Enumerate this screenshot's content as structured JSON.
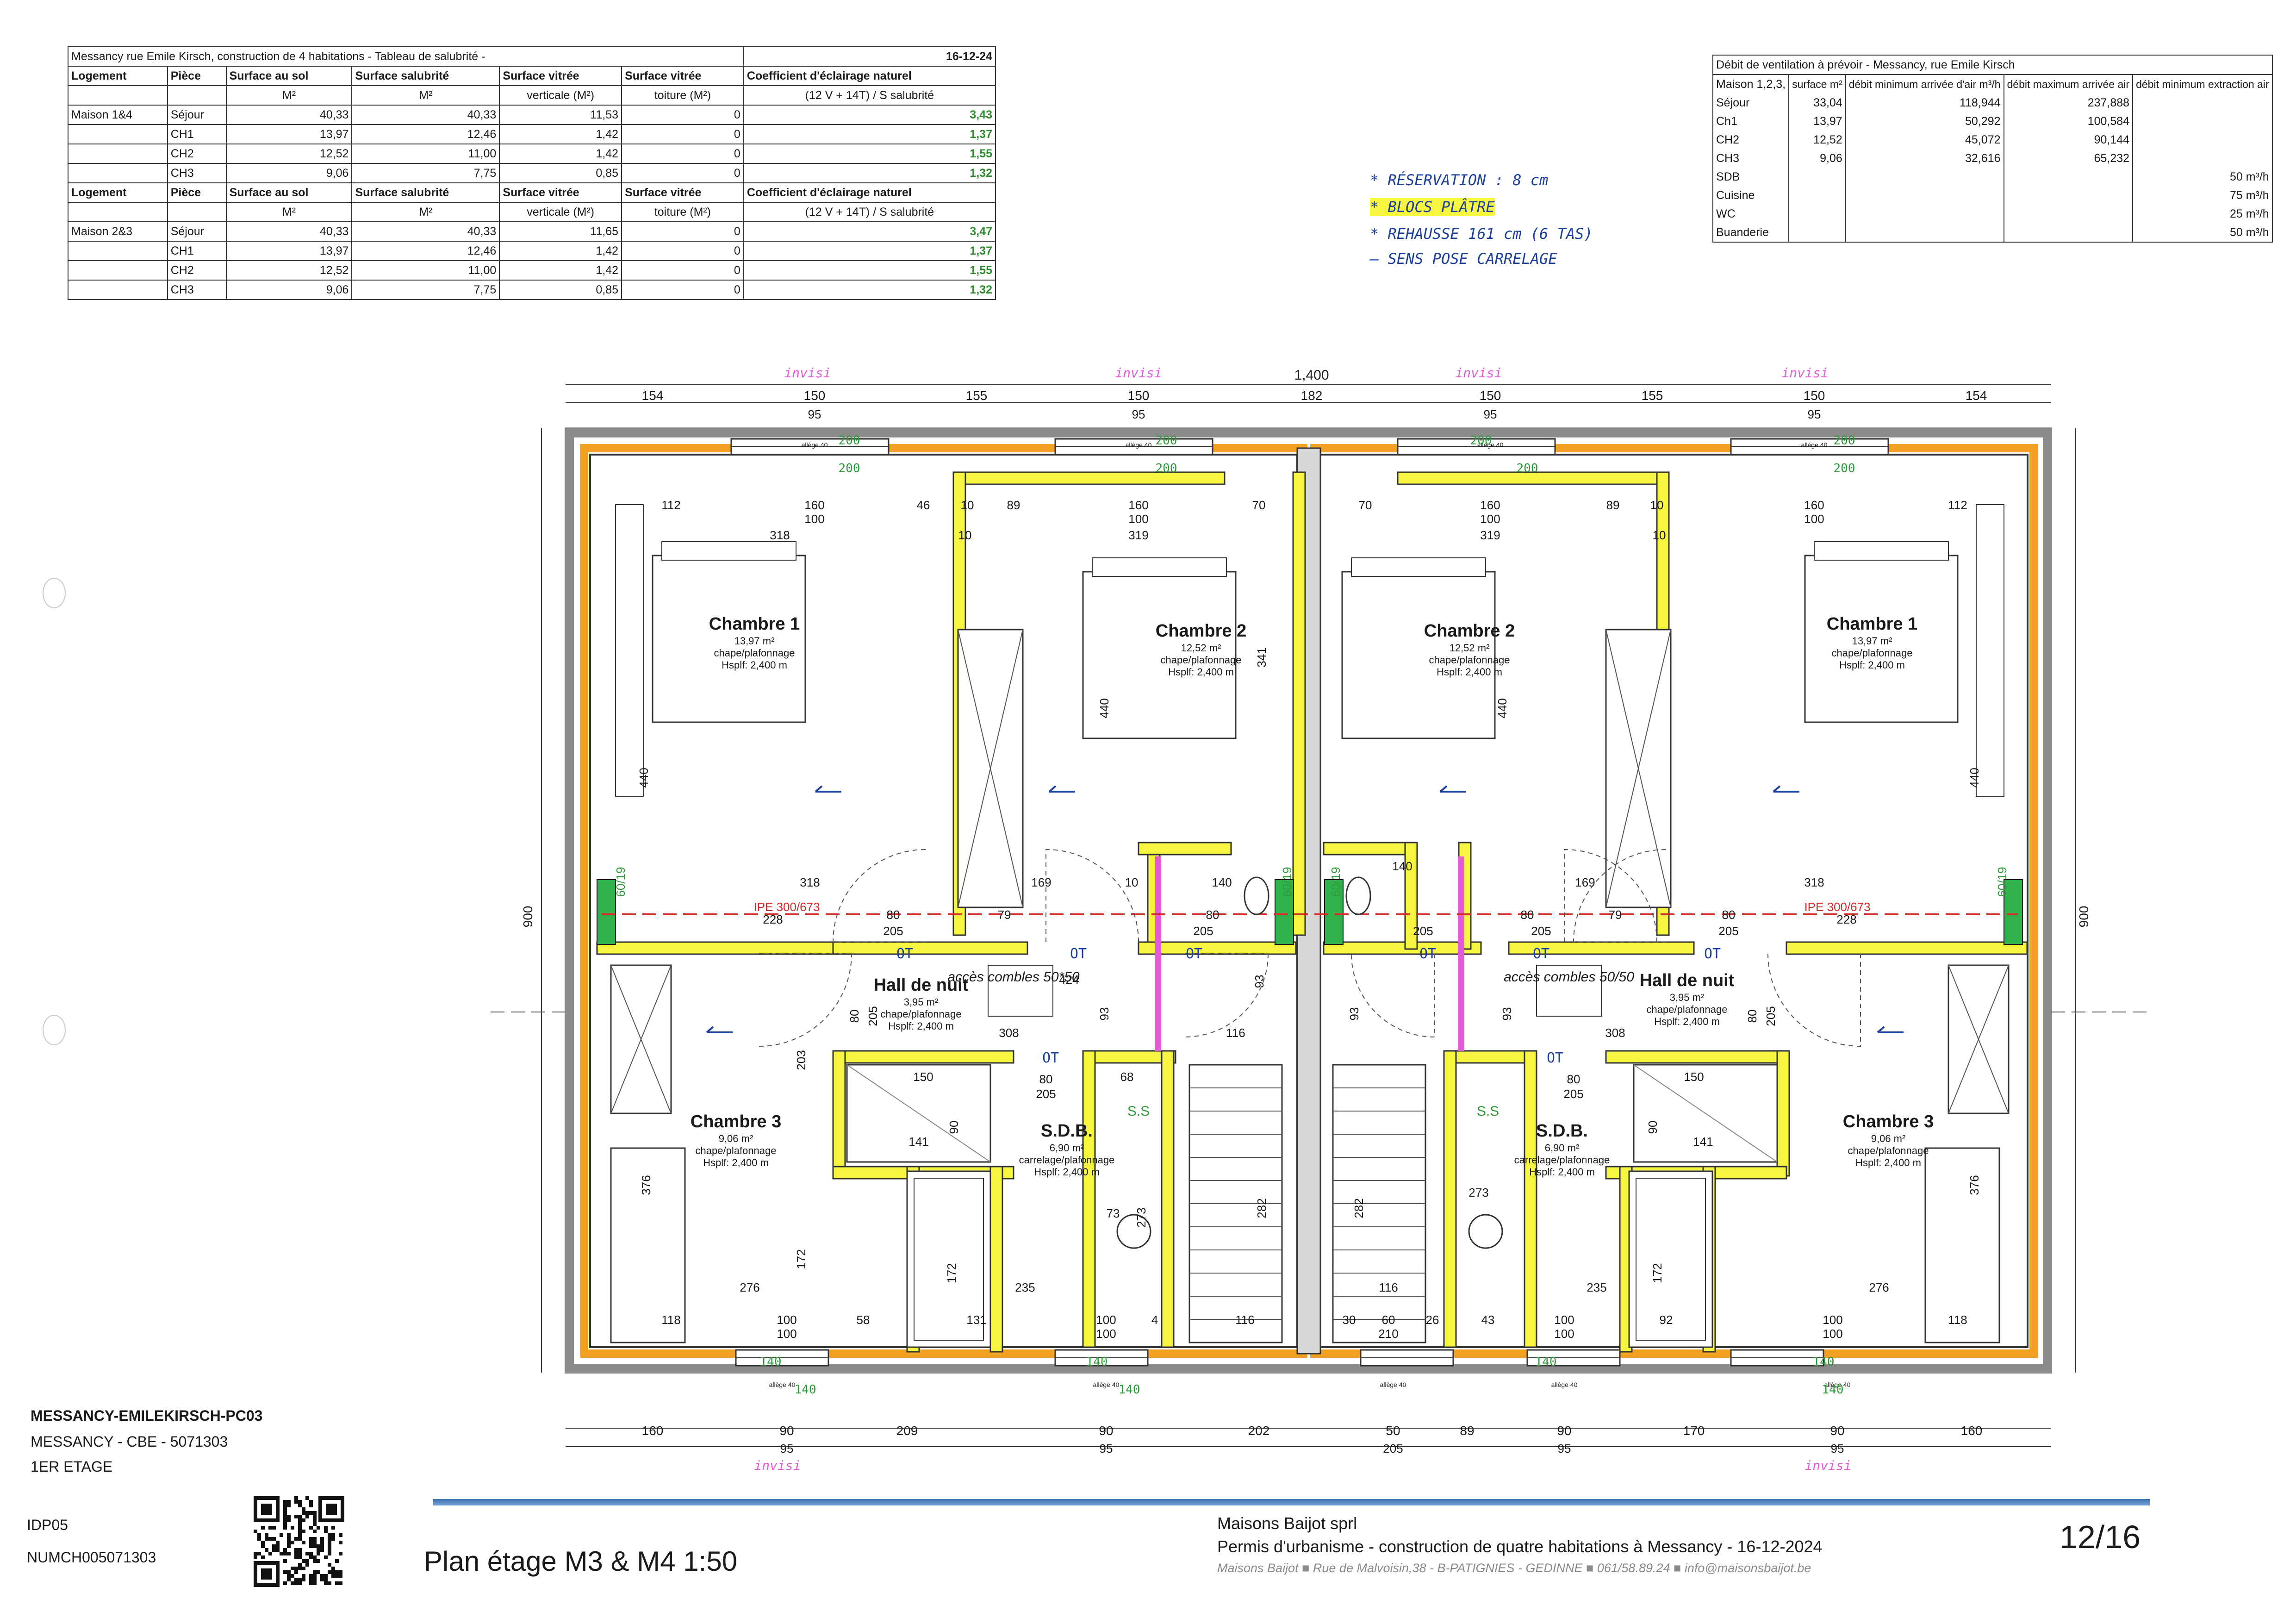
{
  "salubrite_table": {
    "title": "Messancy rue Emile Kirsch, construction de 4 habitations - Tableau de salubrité -",
    "date": "16-12-24",
    "headers": [
      "Logement",
      "Pièce",
      "Surface au sol",
      "Surface salubrité",
      "Surface vitrée",
      "Surface vitrée",
      "Coefficient d'éclairage naturel"
    ],
    "units": [
      "",
      "",
      "M²",
      "M²",
      "verticale (M²)",
      "toiture (M²)",
      "(12 V + 14T) / S salubrité"
    ],
    "groups": [
      {
        "logement": "Maison 1&4",
        "rows": [
          [
            "Séjour",
            "40,33",
            "40,33",
            "11,53",
            "0",
            "3,43"
          ],
          [
            "CH1",
            "13,97",
            "12,46",
            "1,42",
            "0",
            "1,37"
          ],
          [
            "CH2",
            "12,52",
            "11,00",
            "1,42",
            "0",
            "1,55"
          ],
          [
            "CH3",
            "9,06",
            "7,75",
            "0,85",
            "0",
            "1,32"
          ]
        ]
      },
      {
        "logement": "Maison 2&3",
        "rows": [
          [
            "Séjour",
            "40,33",
            "40,33",
            "11,65",
            "0",
            "3,47"
          ],
          [
            "CH1",
            "13,97",
            "12,46",
            "1,42",
            "0",
            "1,37"
          ],
          [
            "CH2",
            "12,52",
            "11,00",
            "1,42",
            "0",
            "1,55"
          ],
          [
            "CH3",
            "9,06",
            "7,75",
            "0,85",
            "0",
            "1,32"
          ]
        ]
      }
    ]
  },
  "ventilation_table": {
    "title": "Débit de ventilation à prévoir - Messancy, rue Emile Kirsch",
    "col_house": "Maison 1,2,3,",
    "headers": [
      "surface m²",
      "débit minimum arrivée d'air m³/h",
      "débit maximum arrivée air",
      "débit minimum extraction air"
    ],
    "rows": [
      [
        "Séjour",
        "33,04",
        "118,944",
        "237,888",
        ""
      ],
      [
        "Ch1",
        "13,97",
        "50,292",
        "100,584",
        ""
      ],
      [
        "CH2",
        "12,52",
        "45,072",
        "90,144",
        ""
      ],
      [
        "CH3",
        "9,06",
        "32,616",
        "65,232",
        ""
      ],
      [
        "SDB",
        "",
        "",
        "",
        "50 m³/h"
      ],
      [
        "Cuisine",
        "",
        "",
        "",
        "75 m³/h"
      ],
      [
        "WC",
        "",
        "",
        "",
        "25 m³/h"
      ],
      [
        "Buanderie",
        "",
        "",
        "",
        "50 m³/h"
      ]
    ]
  },
  "notes": {
    "line1": "* RÉSERVATION : 8 cm",
    "line2": "* BLOCS PLÂTRE",
    "line3": "* REHAUSSE 161 cm (6 TAS)",
    "line4": "— SENS POSE CARRELAGE"
  },
  "plan": {
    "dimensions": {
      "overall_width": "1,400",
      "overall_height": "900",
      "top_row": [
        "154",
        "150",
        "155",
        "150",
        "182",
        "150",
        "155",
        "150",
        "154"
      ],
      "top_row2": [
        "95",
        "95",
        "95",
        "95"
      ],
      "bottom_row": [
        "160",
        "90",
        "209",
        "90",
        "202",
        "50",
        "89",
        "90",
        "170",
        "90",
        "160"
      ],
      "bottom_row2": [
        "95",
        "95",
        "205",
        "95",
        "95"
      ]
    },
    "annotations": {
      "invisi": "invisi",
      "ipe": "IPE 300/673",
      "ipe_short": "IPE",
      "pillar": "60/19",
      "allege": "allège 40",
      "ot": "OT",
      "ss": "S.S",
      "h200": "200",
      "h140": "140"
    },
    "rooms": [
      {
        "name": "Chambre 1",
        "area": "13,97 m²",
        "finish": "chape/plafonnage",
        "height": "Hsplf: 2,400 m"
      },
      {
        "name": "Chambre 2",
        "area": "12,52 m²",
        "finish": "chape/plafonnage",
        "height": "Hsplf: 2,400 m"
      },
      {
        "name": "Chambre 2",
        "area": "12,52 m²",
        "finish": "chape/plafonnage",
        "height": "Hsplf: 2,400 m"
      },
      {
        "name": "Chambre 1",
        "area": "13,97 m²",
        "finish": "chape/plafonnage",
        "height": "Hsplf: 2,400 m"
      },
      {
        "name": "Hall de nuit",
        "area": "3,95 m²",
        "finish": "chape/plafonnage",
        "height": "Hsplf: 2,400 m"
      },
      {
        "name": "Hall de nuit",
        "area": "3,95 m²",
        "finish": "chape/plafonnage",
        "height": "Hsplf: 2,400 m"
      },
      {
        "name": "Chambre 3",
        "area": "9,06 m²",
        "finish": "chape/plafonnage",
        "height": "Hsplf: 2,400 m"
      },
      {
        "name": "S.D.B.",
        "area": "6,90 m²",
        "finish": "carrelage/plafonnage",
        "height": "Hsplf: 2,400 m"
      },
      {
        "name": "S.D.B.",
        "area": "6,90 m²",
        "finish": "carrelage/plafonnage",
        "height": "Hsplf: 2,400 m"
      },
      {
        "name": "Chambre 3",
        "area": "9,06 m²",
        "finish": "chape/plafonnage",
        "height": "Hsplf: 2,400 m"
      }
    ],
    "acces": [
      "accès combles 50*50",
      "accès combles 50/50"
    ],
    "inner_dims": {
      "d112": "112",
      "d160": "160",
      "d100": "100",
      "d318": "318",
      "d319": "319",
      "d46": "46",
      "d10": "10",
      "d89": "89",
      "d70": "70",
      "d440": "440",
      "d341": "341",
      "d169": "169",
      "d140": "140",
      "d228": "228",
      "d79": "79",
      "d80": "80",
      "d205": "205",
      "d424": "424",
      "d308": "308",
      "d93": "93",
      "d116": "116",
      "d150": "150",
      "d68": "68",
      "d141": "141",
      "d90": "90",
      "d376": "376",
      "d203": "203",
      "d172": "172",
      "d276": "276",
      "d235": "235",
      "d58": "58",
      "d118": "118",
      "d131": "131",
      "d4": "4",
      "d273": "273",
      "d282": "282",
      "d73": "73",
      "d30": "30",
      "d60": "60",
      "d210": "210",
      "d26": "26",
      "d43": "43",
      "d92": "92"
    }
  },
  "title_block": {
    "project_code": "MESSANCY-EMILEKIRSCH-PC03",
    "location": "MESSANCY - CBE - 5071303",
    "floor": "1ER ETAGE",
    "idp": "IDP05",
    "numch": "NUMCH005071303",
    "plan_title": "Plan étage M3 & M4 1:50",
    "company": "Maisons Baijot sprl",
    "permit": "Permis d'urbanisme - construction de quatre habitations à Messancy - 16-12-2024",
    "address": "Maisons Baijot ■ Rue de Malvoisin,38 - B-PATIGNIES - GEDINNE ■ 061/58.89.24 ■ info@maisonsbaijot.be",
    "page": "12/16"
  },
  "colors": {
    "insulation": "#f2a122",
    "partition": "#f5f542",
    "wall": "#8a8a8a",
    "pink": "#e35bd6",
    "green_note": "#2e9a3a",
    "blue_note": "#1b3f9c",
    "red_line": "#d22a2a"
  }
}
